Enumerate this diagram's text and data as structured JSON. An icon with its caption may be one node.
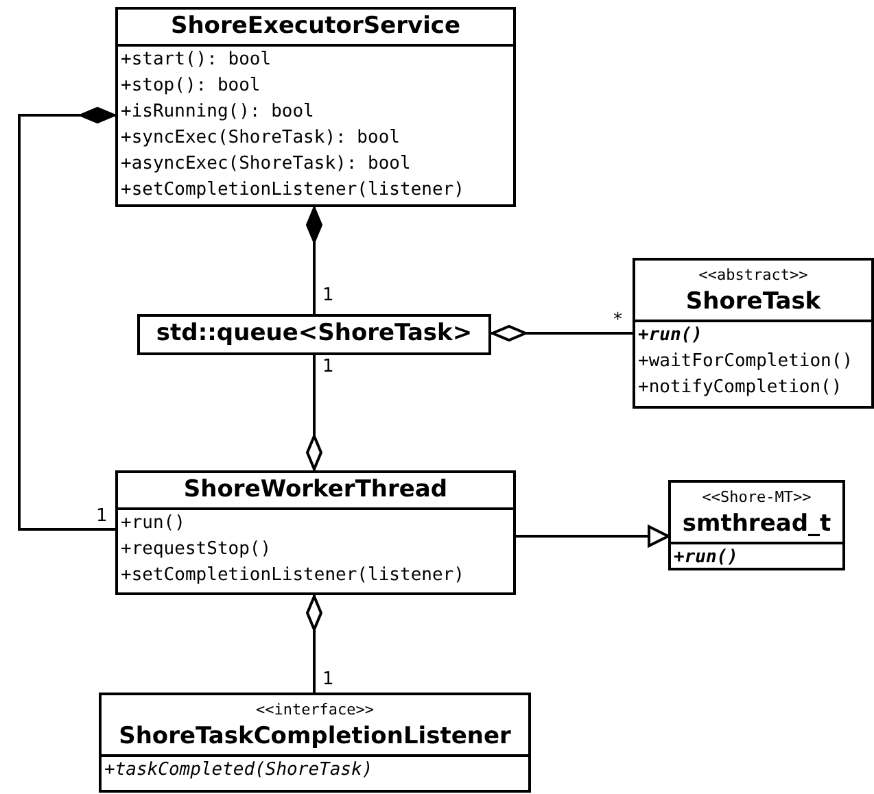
{
  "diagram": {
    "nodes": [
      {
        "text": [
          "ShoreExecutorService",
          "+start(): bool",
          "+stop(): bool",
          "+isRunning(): bool",
          "+syncExec(ShoreTask): bool",
          "+asyncExec(ShoreTask): bool",
          "+setCompletionListener(listener)"
        ]
      },
      {
        "text": [
          "std::queue<ShoreTask>"
        ]
      },
      {
        "text": [
          "<<abstract>>",
          "ShoreTask",
          "+run()",
          "+waitForCompletion()",
          "+notifyCompletion()"
        ]
      },
      {
        "text": [
          "ShoreWorkerThread",
          "+run()",
          "+requestStop()",
          "+setCompletionListener(listener)"
        ]
      },
      {
        "text": [
          "<<Shore-MT>>",
          "smthread_t",
          "+run()"
        ]
      },
      {
        "text": [
          "<<interface>>",
          "ShoreTaskCompletionListener",
          "+taskCompleted(ShoreTask)"
        ]
      }
    ],
    "edges": [
      {
        "from": 0,
        "to": 1,
        "arrow": "other",
        "label": "1"
      },
      {
        "from": 1,
        "to": 2,
        "arrow": "other",
        "label": "*"
      },
      {
        "from": 3,
        "to": 1,
        "arrow": "other",
        "label": "1"
      },
      {
        "from": 0,
        "to": 3,
        "arrow": "other",
        "label": "1"
      },
      {
        "from": 3,
        "to": 4,
        "arrow": "to"
      },
      {
        "from": 3,
        "to": 5,
        "arrow": "other",
        "label": "1"
      }
    ]
  }
}
